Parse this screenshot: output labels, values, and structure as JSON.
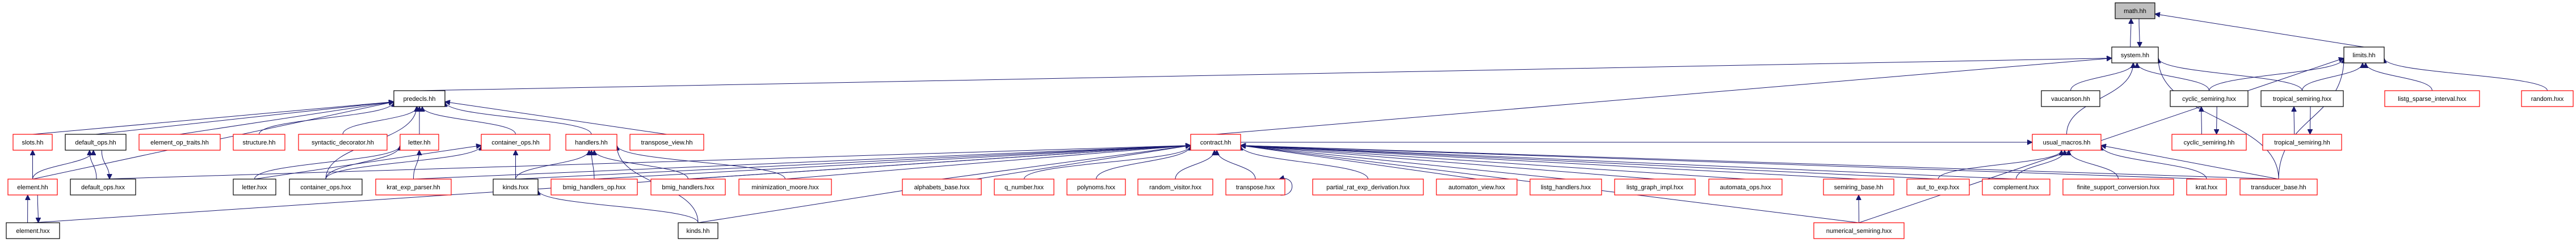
{
  "graph": {
    "title": "math.hh",
    "colors": {
      "edge": "#191970",
      "documented_border": "#000000",
      "undocumented_border": "#ff0000",
      "root_fill": "#bfbfbf"
    },
    "nodes": [
      {
        "id": "math_hh",
        "label": "math.hh",
        "style": "root"
      },
      {
        "id": "system_hh",
        "label": "system.hh",
        "style": "black"
      },
      {
        "id": "limits_hh",
        "label": "limits.hh",
        "style": "black"
      },
      {
        "id": "predecls_hh",
        "label": "predecls.hh",
        "style": "black"
      },
      {
        "id": "vaucanson_hh",
        "label": "vaucanson.hh",
        "style": "black"
      },
      {
        "id": "cyclic_semiring_hxx",
        "label": "cyclic_semiring.hxx",
        "style": "black"
      },
      {
        "id": "tropical_semiring_hxx",
        "label": "tropical_semiring.hxx",
        "style": "black"
      },
      {
        "id": "listg_sparse_interval_hxx",
        "label": "listg_sparse_interval.hxx",
        "style": "red"
      },
      {
        "id": "random_hxx",
        "label": "random.hxx",
        "style": "red"
      },
      {
        "id": "slots_hh",
        "label": "slots.hh",
        "style": "red"
      },
      {
        "id": "default_ops_hh",
        "label": "default_ops.hh",
        "style": "black"
      },
      {
        "id": "element_op_traits_hh",
        "label": "element_op_traits.hh",
        "style": "red"
      },
      {
        "id": "structure_hh",
        "label": "structure.hh",
        "style": "red"
      },
      {
        "id": "syntactic_decorator_hh",
        "label": "syntactic_decorator.hh",
        "style": "red"
      },
      {
        "id": "letter_hh",
        "label": "letter.hh",
        "style": "red"
      },
      {
        "id": "container_ops_hh",
        "label": "container_ops.hh",
        "style": "red"
      },
      {
        "id": "handlers_hh",
        "label": "handlers.hh",
        "style": "red"
      },
      {
        "id": "transpose_view_hh",
        "label": "transpose_view.hh",
        "style": "red"
      },
      {
        "id": "contract_hh",
        "label": "contract.hh",
        "style": "red"
      },
      {
        "id": "usual_macros_hh",
        "label": "usual_macros.hh",
        "style": "red"
      },
      {
        "id": "cyclic_semiring_hh",
        "label": "cyclic_semiring.hh",
        "style": "red"
      },
      {
        "id": "tropical_semiring_hh",
        "label": "tropical_semiring.hh",
        "style": "red"
      },
      {
        "id": "element_hh",
        "label": "element.hh",
        "style": "red"
      },
      {
        "id": "default_ops_hxx",
        "label": "default_ops.hxx",
        "style": "black"
      },
      {
        "id": "letter_hxx",
        "label": "letter.hxx",
        "style": "black"
      },
      {
        "id": "container_ops_hxx",
        "label": "container_ops.hxx",
        "style": "black"
      },
      {
        "id": "krat_exp_parser_hh",
        "label": "krat_exp_parser.hh",
        "style": "red"
      },
      {
        "id": "kinds_hxx",
        "label": "kinds.hxx",
        "style": "black"
      },
      {
        "id": "bmig_handlers_op_hxx",
        "label": "bmig_handlers_op.hxx",
        "style": "red"
      },
      {
        "id": "bmig_handlers_hxx",
        "label": "bmig_handlers.hxx",
        "style": "red"
      },
      {
        "id": "minimization_moore_hxx",
        "label": "minimization_moore.hxx",
        "style": "red"
      },
      {
        "id": "alphabets_base_hxx",
        "label": "alphabets_base.hxx",
        "style": "red"
      },
      {
        "id": "q_number_hxx",
        "label": "q_number.hxx",
        "style": "red"
      },
      {
        "id": "polynoms_hxx",
        "label": "polynoms.hxx",
        "style": "red"
      },
      {
        "id": "random_visitor_hxx",
        "label": "random_visitor.hxx",
        "style": "red"
      },
      {
        "id": "transpose_hxx",
        "label": "transpose.hxx",
        "style": "red"
      },
      {
        "id": "partial_rat_exp_derivation_hxx",
        "label": "partial_rat_exp_derivation.hxx",
        "style": "red"
      },
      {
        "id": "automaton_view_hxx",
        "label": "automaton_view.hxx",
        "style": "red"
      },
      {
        "id": "listg_handlers_hxx",
        "label": "listg_handlers.hxx",
        "style": "red"
      },
      {
        "id": "listg_graph_impl_hxx",
        "label": "listg_graph_impl.hxx",
        "style": "red"
      },
      {
        "id": "automata_ops_hxx",
        "label": "automata_ops.hxx",
        "style": "red"
      },
      {
        "id": "semiring_base_hh",
        "label": "semiring_base.hh",
        "style": "red"
      },
      {
        "id": "aut_to_exp_hxx",
        "label": "aut_to_exp.hxx",
        "style": "red"
      },
      {
        "id": "complement_hxx",
        "label": "complement.hxx",
        "style": "red"
      },
      {
        "id": "finite_support_conversion_hxx",
        "label": "finite_support_conversion.hxx",
        "style": "red"
      },
      {
        "id": "krat_hxx",
        "label": "krat.hxx",
        "style": "red"
      },
      {
        "id": "transducer_base_hh",
        "label": "transducer_base.hh",
        "style": "red"
      },
      {
        "id": "element_hxx",
        "label": "element.hxx",
        "style": "black"
      },
      {
        "id": "kinds_hh",
        "label": "kinds.hh",
        "style": "black"
      },
      {
        "id": "numerical_semiring_hxx",
        "label": "numerical_semiring.hxx",
        "style": "red"
      }
    ],
    "edges": [
      [
        "system_hh",
        "math_hh"
      ],
      [
        "math_hh",
        "system_hh"
      ],
      [
        "limits_hh",
        "math_hh"
      ],
      [
        "predecls_hh",
        "system_hh"
      ],
      [
        "contract_hh",
        "system_hh"
      ],
      [
        "vaucanson_hh",
        "system_hh"
      ],
      [
        "usual_macros_hh",
        "system_hh"
      ],
      [
        "transducer_base_hh",
        "system_hh"
      ],
      [
        "cyclic_semiring_hxx",
        "system_hh"
      ],
      [
        "tropical_semiring_hxx",
        "system_hh"
      ],
      [
        "cyclic_semiring_hxx",
        "limits_hh"
      ],
      [
        "tropical_semiring_hxx",
        "limits_hh"
      ],
      [
        "listg_sparse_interval_hxx",
        "limits_hh"
      ],
      [
        "random_hxx",
        "limits_hh"
      ],
      [
        "transducer_base_hh",
        "limits_hh"
      ],
      [
        "numerical_semiring_hxx",
        "limits_hh"
      ],
      [
        "cyclic_semiring_hh",
        "cyclic_semiring_hxx"
      ],
      [
        "cyclic_semiring_hxx",
        "cyclic_semiring_hh"
      ],
      [
        "tropical_semiring_hh",
        "tropical_semiring_hxx"
      ],
      [
        "tropical_semiring_hxx",
        "tropical_semiring_hh"
      ],
      [
        "slots_hh",
        "predecls_hh"
      ],
      [
        "default_ops_hh",
        "predecls_hh"
      ],
      [
        "element_op_traits_hh",
        "predecls_hh"
      ],
      [
        "structure_hh",
        "predecls_hh"
      ],
      [
        "syntactic_decorator_hh",
        "predecls_hh"
      ],
      [
        "letter_hh",
        "predecls_hh"
      ],
      [
        "container_ops_hh",
        "predecls_hh"
      ],
      [
        "handlers_hh",
        "predecls_hh"
      ],
      [
        "transpose_view_hh",
        "predecls_hh"
      ],
      [
        "element_hh",
        "predecls_hh"
      ],
      [
        "container_ops_hxx",
        "predecls_hh"
      ],
      [
        "element_hh",
        "slots_hh"
      ],
      [
        "element_hh",
        "default_ops_hh"
      ],
      [
        "default_ops_hxx",
        "default_ops_hh"
      ],
      [
        "default_ops_hh",
        "default_ops_hxx"
      ],
      [
        "element_hxx",
        "element_hh"
      ],
      [
        "element_hh",
        "element_hxx"
      ],
      [
        "letter_hxx",
        "letter_hh"
      ],
      [
        "container_ops_hxx",
        "letter_hh"
      ],
      [
        "krat_exp_parser_hh",
        "letter_hh"
      ],
      [
        "letter_hxx",
        "container_ops_hh"
      ],
      [
        "container_ops_hxx",
        "container_ops_hh"
      ],
      [
        "kinds_hxx",
        "container_ops_hh"
      ],
      [
        "kinds_hxx",
        "handlers_hh"
      ],
      [
        "bmig_handlers_op_hxx",
        "handlers_hh"
      ],
      [
        "bmig_handlers_hxx",
        "handlers_hh"
      ],
      [
        "minimization_moore_hxx",
        "handlers_hh"
      ],
      [
        "kinds_hh",
        "handlers_hh"
      ],
      [
        "kinds_hh",
        "kinds_hxx"
      ],
      [
        "default_ops_hxx",
        "contract_hh"
      ],
      [
        "krat_exp_parser_hh",
        "contract_hh"
      ],
      [
        "kinds_hxx",
        "contract_hh"
      ],
      [
        "bmig_handlers_op_hxx",
        "contract_hh"
      ],
      [
        "bmig_handlers_hxx",
        "contract_hh"
      ],
      [
        "minimization_moore_hxx",
        "contract_hh"
      ],
      [
        "alphabets_base_hxx",
        "contract_hh"
      ],
      [
        "q_number_hxx",
        "contract_hh"
      ],
      [
        "polynoms_hxx",
        "contract_hh"
      ],
      [
        "random_visitor_hxx",
        "contract_hh"
      ],
      [
        "transpose_hxx",
        "contract_hh"
      ],
      [
        "partial_rat_exp_derivation_hxx",
        "contract_hh"
      ],
      [
        "automaton_view_hxx",
        "contract_hh"
      ],
      [
        "listg_handlers_hxx",
        "contract_hh"
      ],
      [
        "listg_graph_impl_hxx",
        "contract_hh"
      ],
      [
        "automata_ops_hxx",
        "contract_hh"
      ],
      [
        "semiring_base_hh",
        "contract_hh"
      ],
      [
        "aut_to_exp_hxx",
        "contract_hh"
      ],
      [
        "complement_hxx",
        "contract_hh"
      ],
      [
        "krat_hxx",
        "contract_hh"
      ],
      [
        "transducer_base_hh",
        "contract_hh"
      ],
      [
        "numerical_semiring_hxx",
        "contract_hh"
      ],
      [
        "element_hxx",
        "contract_hh"
      ],
      [
        "kinds_hh",
        "contract_hh"
      ],
      [
        "transpose_hxx",
        "transpose_hxx"
      ],
      [
        "contract_hh",
        "usual_macros_hh"
      ],
      [
        "aut_to_exp_hxx",
        "usual_macros_hh"
      ],
      [
        "complement_hxx",
        "usual_macros_hh"
      ],
      [
        "finite_support_conversion_hxx",
        "usual_macros_hh"
      ],
      [
        "krat_hxx",
        "usual_macros_hh"
      ],
      [
        "transducer_base_hh",
        "usual_macros_hh"
      ],
      [
        "numerical_semiring_hxx",
        "semiring_base_hh"
      ]
    ]
  }
}
